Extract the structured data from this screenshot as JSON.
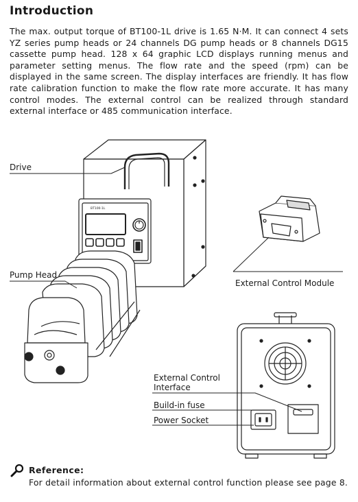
{
  "heading": "Introduction",
  "intro": "The max. output torque of BT100-1L drive is 1.65 N·M. It can connect 4 sets YZ series pump heads or 24 channels DG pump heads or 8 channels DG15 cassette pump head. 128 x 64 graphic LCD displays running menus and parameter setting menus. The flow rate and the speed (rpm) can be displayed in the same screen. The display interfaces are friendly. It has flow rate calibration function to make the flow rate more accurate. It has many control modes. The external control can be realized through standard external interface or 485 communication interface.",
  "labels": {
    "drive": "Drive",
    "pump_head": "Pump Head",
    "external_control_module": "External Control Module",
    "external_control_interface_line1": "External Control",
    "external_control_interface_line2": "Interface",
    "build_in_fuse": "Build-in fuse",
    "power_socket": "Power Socket"
  },
  "panel_badge": "BT100-1L",
  "reference": {
    "title": "Reference:",
    "text": "For detail information about external control function please see page 8."
  }
}
